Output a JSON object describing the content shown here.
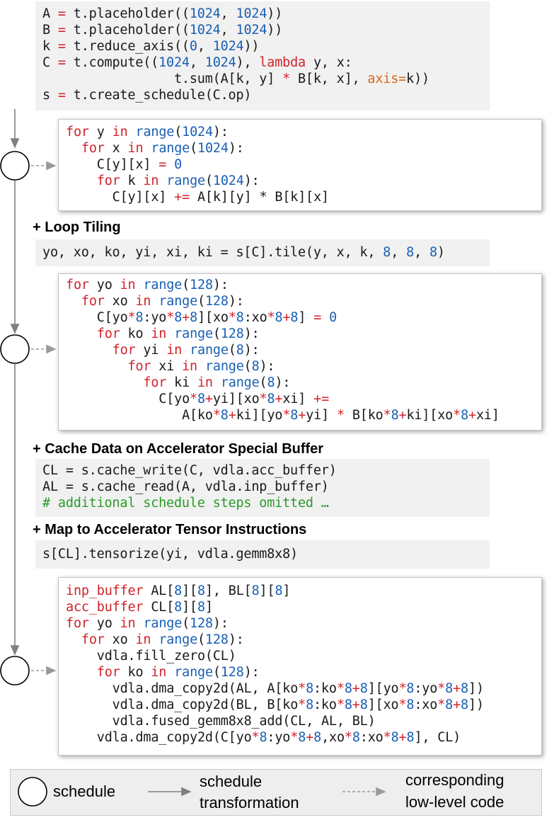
{
  "top_code": [
    [
      [
        "A ",
        "t"
      ],
      [
        "=",
        "op"
      ],
      [
        " t.placeholder((",
        "t"
      ],
      [
        "1024",
        "num"
      ],
      [
        ", ",
        "t"
      ],
      [
        "1024",
        "num"
      ],
      [
        "))",
        "t"
      ]
    ],
    [
      [
        "B ",
        "t"
      ],
      [
        "=",
        "op"
      ],
      [
        " t.placeholder((",
        "t"
      ],
      [
        "1024",
        "num"
      ],
      [
        ", ",
        "t"
      ],
      [
        "1024",
        "num"
      ],
      [
        "))",
        "t"
      ]
    ],
    [
      [
        "k ",
        "t"
      ],
      [
        "=",
        "op"
      ],
      [
        " t.reduce_axis((",
        "t"
      ],
      [
        "0",
        "num"
      ],
      [
        ", ",
        "t"
      ],
      [
        "1024",
        "num"
      ],
      [
        "))",
        "t"
      ]
    ],
    [
      [
        "C ",
        "t"
      ],
      [
        "=",
        "op"
      ],
      [
        " t.compute((",
        "t"
      ],
      [
        "1024",
        "num"
      ],
      [
        ", ",
        "t"
      ],
      [
        "1024",
        "num"
      ],
      [
        "), ",
        "t"
      ],
      [
        "lambda",
        "kw"
      ],
      [
        " y, x:",
        "t"
      ]
    ],
    [
      [
        "                 t.sum(A[k, y] ",
        "t"
      ],
      [
        "*",
        "op"
      ],
      [
        " B[k, x], ",
        "t"
      ],
      [
        "axis=",
        "arg"
      ],
      [
        "k))",
        "t"
      ]
    ],
    [
      [
        "s ",
        "t"
      ],
      [
        "=",
        "op"
      ],
      [
        " t.create_schedule(C.op)",
        "t"
      ]
    ]
  ],
  "code1": [
    [
      [
        "for",
        "kw"
      ],
      [
        " y ",
        "t"
      ],
      [
        "in",
        "kw"
      ],
      [
        " ",
        "t"
      ],
      [
        "range",
        "fn"
      ],
      [
        "(",
        "t"
      ],
      [
        "1024",
        "num"
      ],
      [
        "):",
        "t"
      ]
    ],
    [
      [
        "  ",
        "t"
      ],
      [
        "for",
        "kw"
      ],
      [
        " x ",
        "t"
      ],
      [
        "in",
        "kw"
      ],
      [
        " ",
        "t"
      ],
      [
        "range",
        "fn"
      ],
      [
        "(",
        "t"
      ],
      [
        "1024",
        "num"
      ],
      [
        "):",
        "t"
      ]
    ],
    [
      [
        "    C[y][x] ",
        "t"
      ],
      [
        "=",
        "op"
      ],
      [
        " ",
        "t"
      ],
      [
        "0",
        "num"
      ]
    ],
    [
      [
        "    ",
        "t"
      ],
      [
        "for",
        "kw"
      ],
      [
        " k ",
        "t"
      ],
      [
        "in",
        "kw"
      ],
      [
        " ",
        "t"
      ],
      [
        "range",
        "fn"
      ],
      [
        "(",
        "t"
      ],
      [
        "1024",
        "num"
      ],
      [
        "):",
        "t"
      ]
    ],
    [
      [
        "      C[y][x] ",
        "t"
      ],
      [
        "+=",
        "op"
      ],
      [
        " A[k][y] ",
        "t"
      ],
      [
        "*",
        "t"
      ],
      [
        " B[k][x]",
        "t"
      ]
    ]
  ],
  "heading1": "+ Loop Tiling",
  "tile_code": [
    [
      [
        "yo, xo, ko, yi, xi, ki = s[C].tile(y, x, k, ",
        "t"
      ],
      [
        "8",
        "num"
      ],
      [
        ", ",
        "t"
      ],
      [
        "8",
        "num"
      ],
      [
        ", ",
        "t"
      ],
      [
        "8",
        "num"
      ],
      [
        ")",
        "t"
      ]
    ]
  ],
  "code2": [
    [
      [
        "for",
        "kw"
      ],
      [
        " yo ",
        "t"
      ],
      [
        "in",
        "kw"
      ],
      [
        " ",
        "t"
      ],
      [
        "range",
        "fn"
      ],
      [
        "(",
        "t"
      ],
      [
        "128",
        "num"
      ],
      [
        "):",
        "t"
      ]
    ],
    [
      [
        "  ",
        "t"
      ],
      [
        "for",
        "kw"
      ],
      [
        " xo ",
        "t"
      ],
      [
        "in",
        "kw"
      ],
      [
        " ",
        "t"
      ],
      [
        "range",
        "fn"
      ],
      [
        "(",
        "t"
      ],
      [
        "128",
        "num"
      ],
      [
        "):",
        "t"
      ]
    ],
    [
      [
        "    C[yo",
        "t"
      ],
      [
        "*",
        "op"
      ],
      [
        "8",
        "num"
      ],
      [
        ":yo",
        "t"
      ],
      [
        "*",
        "op"
      ],
      [
        "8",
        "num"
      ],
      [
        "+",
        "op"
      ],
      [
        "8",
        "num"
      ],
      [
        "][xo",
        "t"
      ],
      [
        "*",
        "op"
      ],
      [
        "8",
        "num"
      ],
      [
        ":xo",
        "t"
      ],
      [
        "*",
        "op"
      ],
      [
        "8",
        "num"
      ],
      [
        "+",
        "op"
      ],
      [
        "8",
        "num"
      ],
      [
        "] ",
        "t"
      ],
      [
        "=",
        "op"
      ],
      [
        " ",
        "t"
      ],
      [
        "0",
        "num"
      ]
    ],
    [
      [
        "    ",
        "t"
      ],
      [
        "for",
        "kw"
      ],
      [
        " ko ",
        "t"
      ],
      [
        "in",
        "kw"
      ],
      [
        " ",
        "t"
      ],
      [
        "range",
        "fn"
      ],
      [
        "(",
        "t"
      ],
      [
        "128",
        "num"
      ],
      [
        "):",
        "t"
      ]
    ],
    [
      [
        "      ",
        "t"
      ],
      [
        "for",
        "kw"
      ],
      [
        " yi ",
        "t"
      ],
      [
        "in",
        "kw"
      ],
      [
        " ",
        "t"
      ],
      [
        "range",
        "fn"
      ],
      [
        "(",
        "t"
      ],
      [
        "8",
        "num"
      ],
      [
        "):",
        "t"
      ]
    ],
    [
      [
        "        ",
        "t"
      ],
      [
        "for",
        "kw"
      ],
      [
        " xi ",
        "t"
      ],
      [
        "in",
        "kw"
      ],
      [
        " ",
        "t"
      ],
      [
        "range",
        "fn"
      ],
      [
        "(",
        "t"
      ],
      [
        "8",
        "num"
      ],
      [
        "):",
        "t"
      ]
    ],
    [
      [
        "          ",
        "t"
      ],
      [
        "for",
        "kw"
      ],
      [
        " ki ",
        "t"
      ],
      [
        "in",
        "kw"
      ],
      [
        " ",
        "t"
      ],
      [
        "range",
        "fn"
      ],
      [
        "(",
        "t"
      ],
      [
        "8",
        "num"
      ],
      [
        "):",
        "t"
      ]
    ],
    [
      [
        "            C[yo",
        "t"
      ],
      [
        "*",
        "op"
      ],
      [
        "8",
        "num"
      ],
      [
        "+",
        "op"
      ],
      [
        "yi][xo",
        "t"
      ],
      [
        "*",
        "op"
      ],
      [
        "8",
        "num"
      ],
      [
        "+",
        "op"
      ],
      [
        "xi] ",
        "t"
      ],
      [
        "+=",
        "op"
      ]
    ],
    [
      [
        "               A[ko",
        "t"
      ],
      [
        "*",
        "op"
      ],
      [
        "8",
        "num"
      ],
      [
        "+",
        "op"
      ],
      [
        "ki][yo",
        "t"
      ],
      [
        "*",
        "op"
      ],
      [
        "8",
        "num"
      ],
      [
        "+",
        "op"
      ],
      [
        "yi] ",
        "t"
      ],
      [
        "*",
        "op"
      ],
      [
        " B[ko",
        "t"
      ],
      [
        "*",
        "op"
      ],
      [
        "8",
        "num"
      ],
      [
        "+",
        "op"
      ],
      [
        "ki][xo",
        "t"
      ],
      [
        "*",
        "op"
      ],
      [
        "8",
        "num"
      ],
      [
        "+",
        "op"
      ],
      [
        "xi]",
        "t"
      ]
    ]
  ],
  "heading2": "+ Cache Data on Accelerator Special Buffer",
  "cache_code": [
    [
      [
        "CL = s.cache_write(C, vdla.acc_buffer)",
        "t"
      ]
    ],
    [
      [
        "AL = s.cache_read(A, vdla.inp_buffer)",
        "t"
      ]
    ],
    [
      [
        "# additional schedule steps omitted …",
        "cm"
      ]
    ]
  ],
  "heading3": "+ Map to Accelerator Tensor Instructions",
  "tensorize_code": [
    [
      [
        "s[CL].tensorize(yi, vdla.gemm8x8)",
        "t"
      ]
    ]
  ],
  "code3": [
    [
      [
        "inp_buffer",
        "kw"
      ],
      [
        " AL[",
        "t"
      ],
      [
        "8",
        "num"
      ],
      [
        "][",
        "t"
      ],
      [
        "8",
        "num"
      ],
      [
        "], BL[",
        "t"
      ],
      [
        "8",
        "num"
      ],
      [
        "][",
        "t"
      ],
      [
        "8",
        "num"
      ],
      [
        "]",
        "t"
      ]
    ],
    [
      [
        "acc_buffer",
        "kw"
      ],
      [
        " CL[",
        "t"
      ],
      [
        "8",
        "num"
      ],
      [
        "][",
        "t"
      ],
      [
        "8",
        "num"
      ],
      [
        "]",
        "t"
      ]
    ],
    [
      [
        "for",
        "kw"
      ],
      [
        " yo ",
        "t"
      ],
      [
        "in",
        "kw"
      ],
      [
        " ",
        "t"
      ],
      [
        "range",
        "fn"
      ],
      [
        "(",
        "t"
      ],
      [
        "128",
        "num"
      ],
      [
        "):",
        "t"
      ]
    ],
    [
      [
        "  ",
        "t"
      ],
      [
        "for",
        "kw"
      ],
      [
        " xo ",
        "t"
      ],
      [
        "in",
        "kw"
      ],
      [
        " ",
        "t"
      ],
      [
        "range",
        "fn"
      ],
      [
        "(",
        "t"
      ],
      [
        "128",
        "num"
      ],
      [
        "):",
        "t"
      ]
    ],
    [
      [
        "    vdla.fill_zero(CL)",
        "t"
      ]
    ],
    [
      [
        "    ",
        "t"
      ],
      [
        "for",
        "kw"
      ],
      [
        " ko ",
        "t"
      ],
      [
        "in",
        "kw"
      ],
      [
        " ",
        "t"
      ],
      [
        "range",
        "fn"
      ],
      [
        "(",
        "t"
      ],
      [
        "128",
        "num"
      ],
      [
        "):",
        "t"
      ]
    ],
    [
      [
        "      vdla.dma_copy2d(AL, A[ko",
        "t"
      ],
      [
        "*",
        "op"
      ],
      [
        "8",
        "num"
      ],
      [
        ":ko",
        "t"
      ],
      [
        "*",
        "op"
      ],
      [
        "8",
        "num"
      ],
      [
        "+",
        "op"
      ],
      [
        "8",
        "num"
      ],
      [
        "][yo",
        "t"
      ],
      [
        "*",
        "op"
      ],
      [
        "8",
        "num"
      ],
      [
        ":yo",
        "t"
      ],
      [
        "*",
        "op"
      ],
      [
        "8",
        "num"
      ],
      [
        "+",
        "op"
      ],
      [
        "8",
        "num"
      ],
      [
        "])",
        "t"
      ]
    ],
    [
      [
        "      vdla.dma_copy2d(BL, B[ko",
        "t"
      ],
      [
        "*",
        "op"
      ],
      [
        "8",
        "num"
      ],
      [
        ":ko",
        "t"
      ],
      [
        "*",
        "op"
      ],
      [
        "8",
        "num"
      ],
      [
        "+",
        "op"
      ],
      [
        "8",
        "num"
      ],
      [
        "][xo",
        "t"
      ],
      [
        "*",
        "op"
      ],
      [
        "8",
        "num"
      ],
      [
        ":xo",
        "t"
      ],
      [
        "*",
        "op"
      ],
      [
        "8",
        "num"
      ],
      [
        "+",
        "op"
      ],
      [
        "8",
        "num"
      ],
      [
        "])",
        "t"
      ]
    ],
    [
      [
        "      vdla.fused_gemm8x8_add(CL, AL, BL)",
        "t"
      ]
    ],
    [
      [
        "    vdla.dma_copy2d(C[yo",
        "t"
      ],
      [
        "*",
        "op"
      ],
      [
        "8",
        "num"
      ],
      [
        ":yo",
        "t"
      ],
      [
        "*",
        "op"
      ],
      [
        "8",
        "num"
      ],
      [
        "+",
        "op"
      ],
      [
        "8",
        "num"
      ],
      [
        ",xo",
        "t"
      ],
      [
        "*",
        "op"
      ],
      [
        "8",
        "num"
      ],
      [
        ":xo",
        "t"
      ],
      [
        "*",
        "op"
      ],
      [
        "8",
        "num"
      ],
      [
        "+",
        "op"
      ],
      [
        "8",
        "num"
      ],
      [
        "], CL)",
        "t"
      ]
    ]
  ],
  "legend": {
    "schedule": "schedule",
    "transformation_line1": "schedule",
    "transformation_line2": "transformation",
    "lowlevel_line1": "corresponding",
    "lowlevel_line2": "low-level code"
  },
  "colors": {
    "keyword": "#d0242b",
    "builtin": "#1a5fb4",
    "comment": "#2a9a2a",
    "argument": "#d9681a",
    "flow_line": "#808080"
  }
}
